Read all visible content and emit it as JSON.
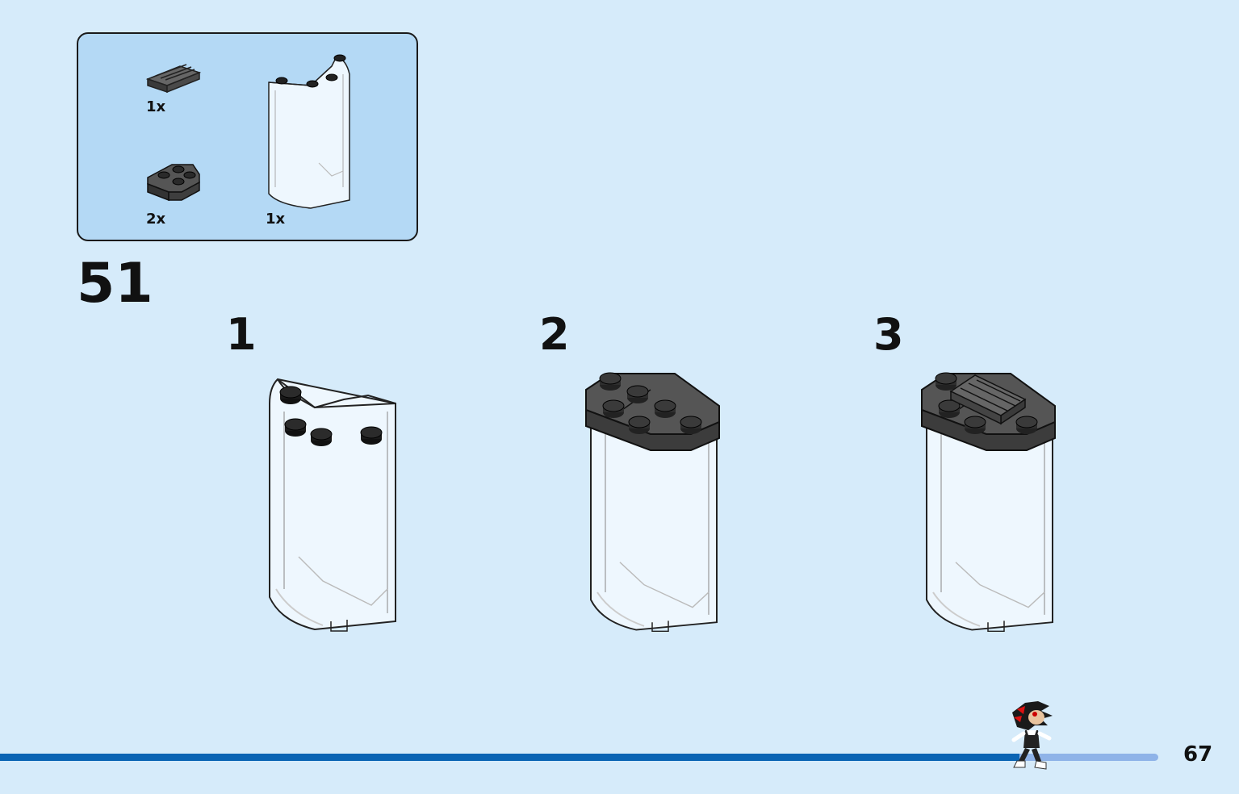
{
  "parts": {
    "items": [
      {
        "name": "tile-1x2-grille",
        "qty": "1x"
      },
      {
        "name": "wedge-plate-2x2",
        "qty": "2x"
      },
      {
        "name": "panel-curved-transparent",
        "qty": "1x"
      }
    ]
  },
  "step": {
    "number": "51",
    "substeps": [
      "1",
      "2",
      "3"
    ]
  },
  "footer": {
    "page_number": "67",
    "progress": 0.88
  },
  "colors": {
    "background": "#d6ebfa",
    "parts_box": "#b4d9f5",
    "brick_dark": "#4a4a4a",
    "progress_fill": "#0a64b4",
    "progress_track": "#8fb3e8"
  }
}
